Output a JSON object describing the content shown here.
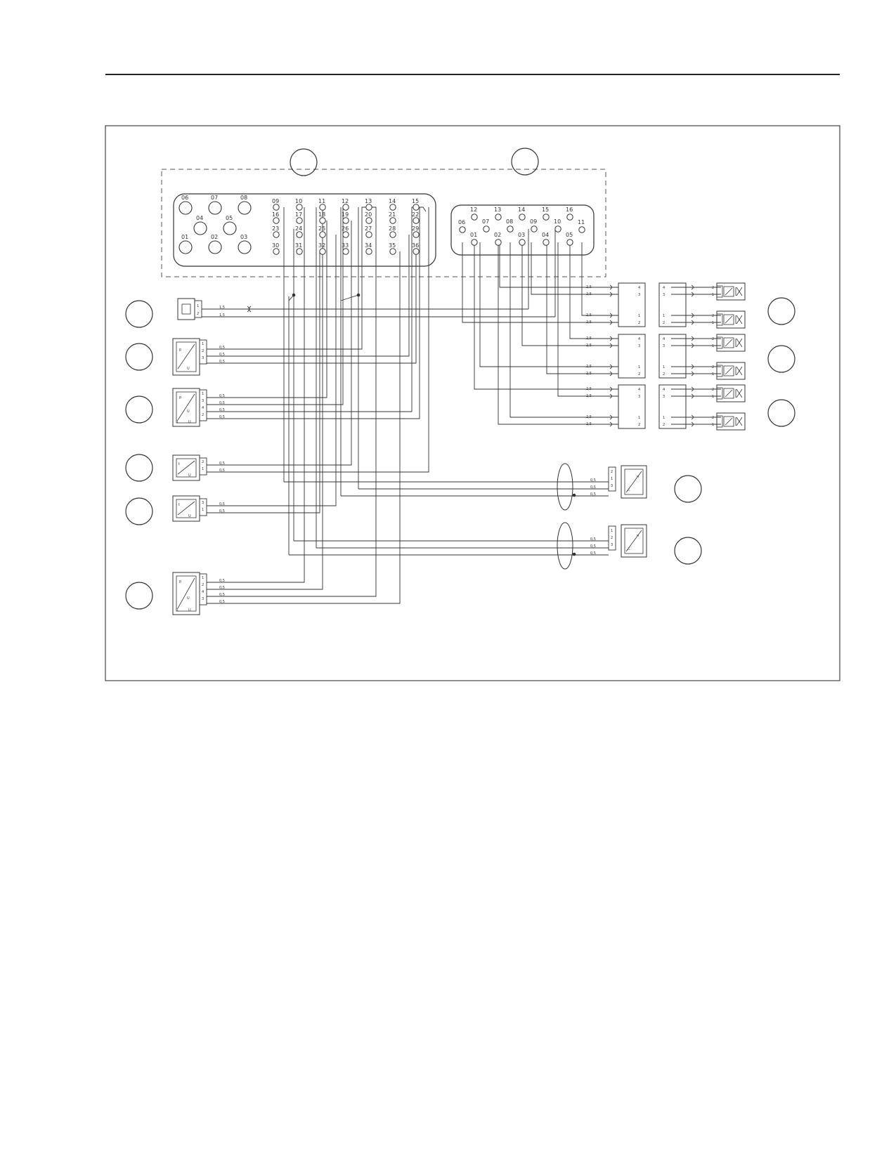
{
  "connector_a": {
    "big_pins": [
      "06",
      "07",
      "08",
      "04",
      "05",
      "01",
      "02",
      "03"
    ],
    "cols": [
      [
        "09",
        "16",
        "23",
        "30"
      ],
      [
        "10",
        "17",
        "24",
        "31"
      ],
      [
        "11",
        "18",
        "25",
        "32"
      ],
      [
        "12",
        "19",
        "26",
        "33"
      ],
      [
        "13",
        "20",
        "27",
        "34"
      ],
      [
        "14",
        "21",
        "28",
        "35"
      ],
      [
        "15",
        "22",
        "29",
        "36"
      ]
    ]
  },
  "connector_b": {
    "top": [
      "12",
      "13",
      "14",
      "15",
      "16"
    ],
    "mid": [
      "06",
      "07",
      "08",
      "09",
      "10",
      "11"
    ],
    "bot": [
      "01",
      "02",
      "03",
      "04",
      "05"
    ]
  },
  "gauges": {
    "thick": "2,5",
    "thin": "0,5",
    "mid": "1,5"
  },
  "sensor_glyphs": {
    "p": "p",
    "u": "U",
    "t": "t",
    "n": "n",
    "one": "1"
  },
  "terminal_sets": {
    "s1": [
      "1",
      "2"
    ],
    "s2": [
      "1",
      "2",
      "3"
    ],
    "s3": [
      "1",
      "3",
      "4",
      "2"
    ],
    "s4": [
      "2",
      "1"
    ],
    "s5": [
      "3",
      "1"
    ],
    "s6": [
      "1",
      "2",
      "4",
      "3"
    ],
    "bus_a": [
      "4",
      "3",
      "1",
      "2"
    ],
    "bus_b": [
      "4",
      "3",
      "1",
      "2"
    ],
    "coil": [
      "2",
      "1"
    ],
    "speed1": [
      "2",
      "1",
      "3"
    ],
    "speed2": [
      "1",
      "2",
      "3"
    ]
  },
  "colors": {
    "line": "#333333",
    "border": "#444444"
  }
}
